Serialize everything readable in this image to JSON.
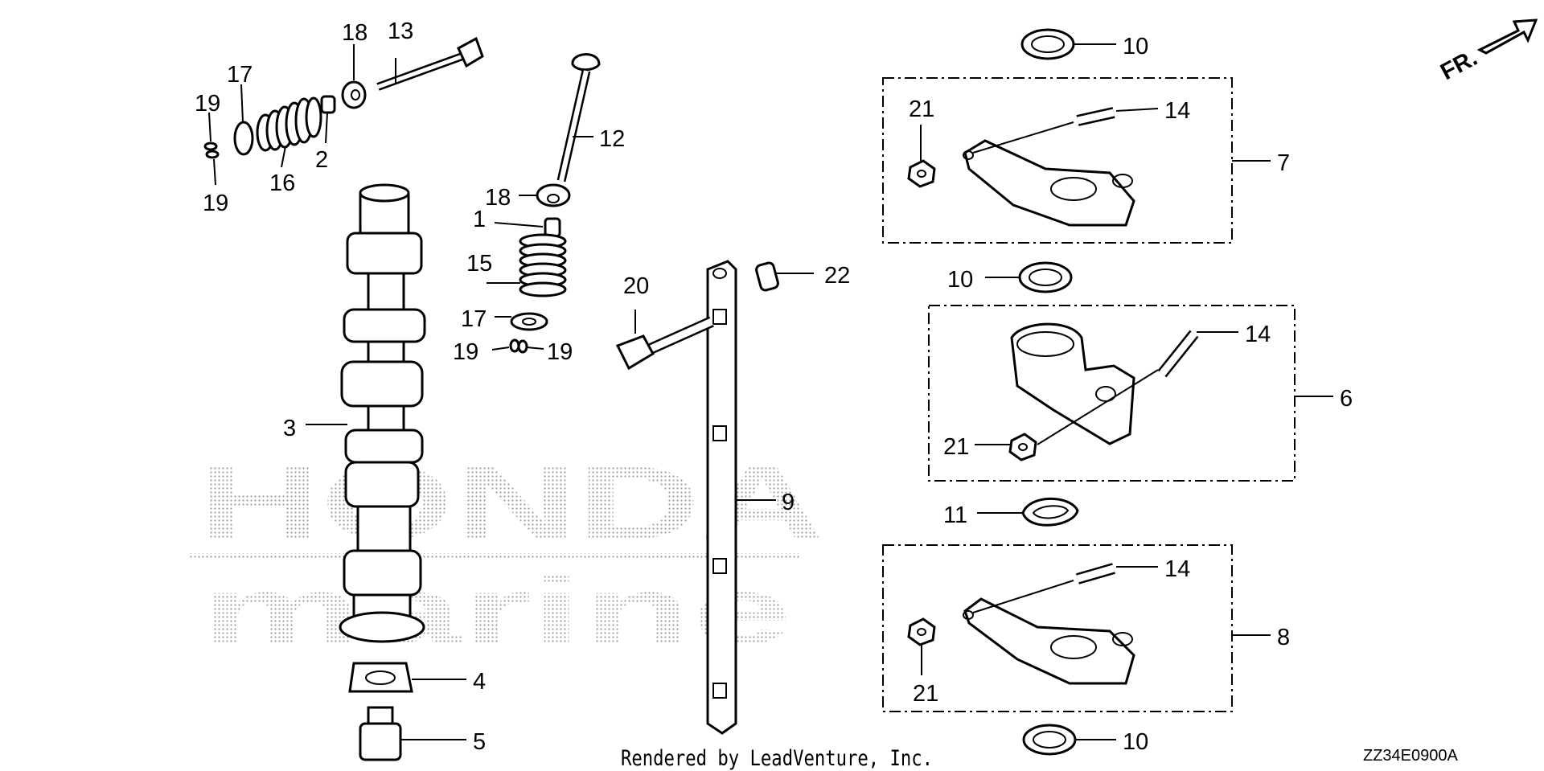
{
  "diagram": {
    "callouts": [
      {
        "id": "c1",
        "text": "1"
      },
      {
        "id": "c2",
        "text": "2"
      },
      {
        "id": "c3",
        "text": "3"
      },
      {
        "id": "c4",
        "text": "4"
      },
      {
        "id": "c5",
        "text": "5"
      },
      {
        "id": "c6",
        "text": "6"
      },
      {
        "id": "c7",
        "text": "7"
      },
      {
        "id": "c8",
        "text": "8"
      },
      {
        "id": "c9",
        "text": "9"
      },
      {
        "id": "c10a",
        "text": "10"
      },
      {
        "id": "c10b",
        "text": "10"
      },
      {
        "id": "c10c",
        "text": "10"
      },
      {
        "id": "c11",
        "text": "11"
      },
      {
        "id": "c12",
        "text": "12"
      },
      {
        "id": "c13",
        "text": "13"
      },
      {
        "id": "c14a",
        "text": "14"
      },
      {
        "id": "c14b",
        "text": "14"
      },
      {
        "id": "c14c",
        "text": "14"
      },
      {
        "id": "c15",
        "text": "15"
      },
      {
        "id": "c16",
        "text": "16"
      },
      {
        "id": "c17a",
        "text": "17"
      },
      {
        "id": "c17b",
        "text": "17"
      },
      {
        "id": "c18a",
        "text": "18"
      },
      {
        "id": "c18b",
        "text": "18"
      },
      {
        "id": "c19a",
        "text": "19"
      },
      {
        "id": "c19b",
        "text": "19"
      },
      {
        "id": "c19c",
        "text": "19"
      },
      {
        "id": "c19d",
        "text": "19"
      },
      {
        "id": "c20",
        "text": "20"
      },
      {
        "id": "c21a",
        "text": "21"
      },
      {
        "id": "c21b",
        "text": "21"
      },
      {
        "id": "c21c",
        "text": "21"
      },
      {
        "id": "c22",
        "text": "22"
      }
    ],
    "front_indicator": "FR.",
    "watermark_line1": "HONDA",
    "watermark_line2": "marine",
    "footer_credit": "Rendered by LeadVenture, Inc.",
    "diagram_code": "ZZ34E0900A"
  }
}
